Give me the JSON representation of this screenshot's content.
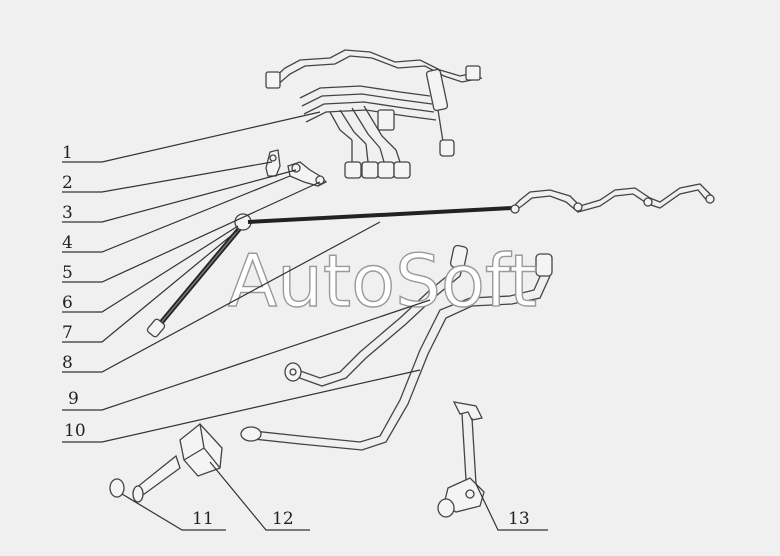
{
  "watermark": "AutoSoft",
  "callouts": [
    {
      "id": "1",
      "label": "1"
    },
    {
      "id": "2",
      "label": "2"
    },
    {
      "id": "3",
      "label": "3"
    },
    {
      "id": "4",
      "label": "4"
    },
    {
      "id": "5",
      "label": "5"
    },
    {
      "id": "6",
      "label": "6"
    },
    {
      "id": "7",
      "label": "7"
    },
    {
      "id": "8",
      "label": "8"
    },
    {
      "id": "9",
      "label": "9"
    },
    {
      "id": "10",
      "label": "10"
    },
    {
      "id": "11",
      "label": "11"
    },
    {
      "id": "12",
      "label": "12"
    },
    {
      "id": "13",
      "label": "13"
    }
  ],
  "colors": {
    "background": "#f0f0f0",
    "ink": "#333333"
  }
}
